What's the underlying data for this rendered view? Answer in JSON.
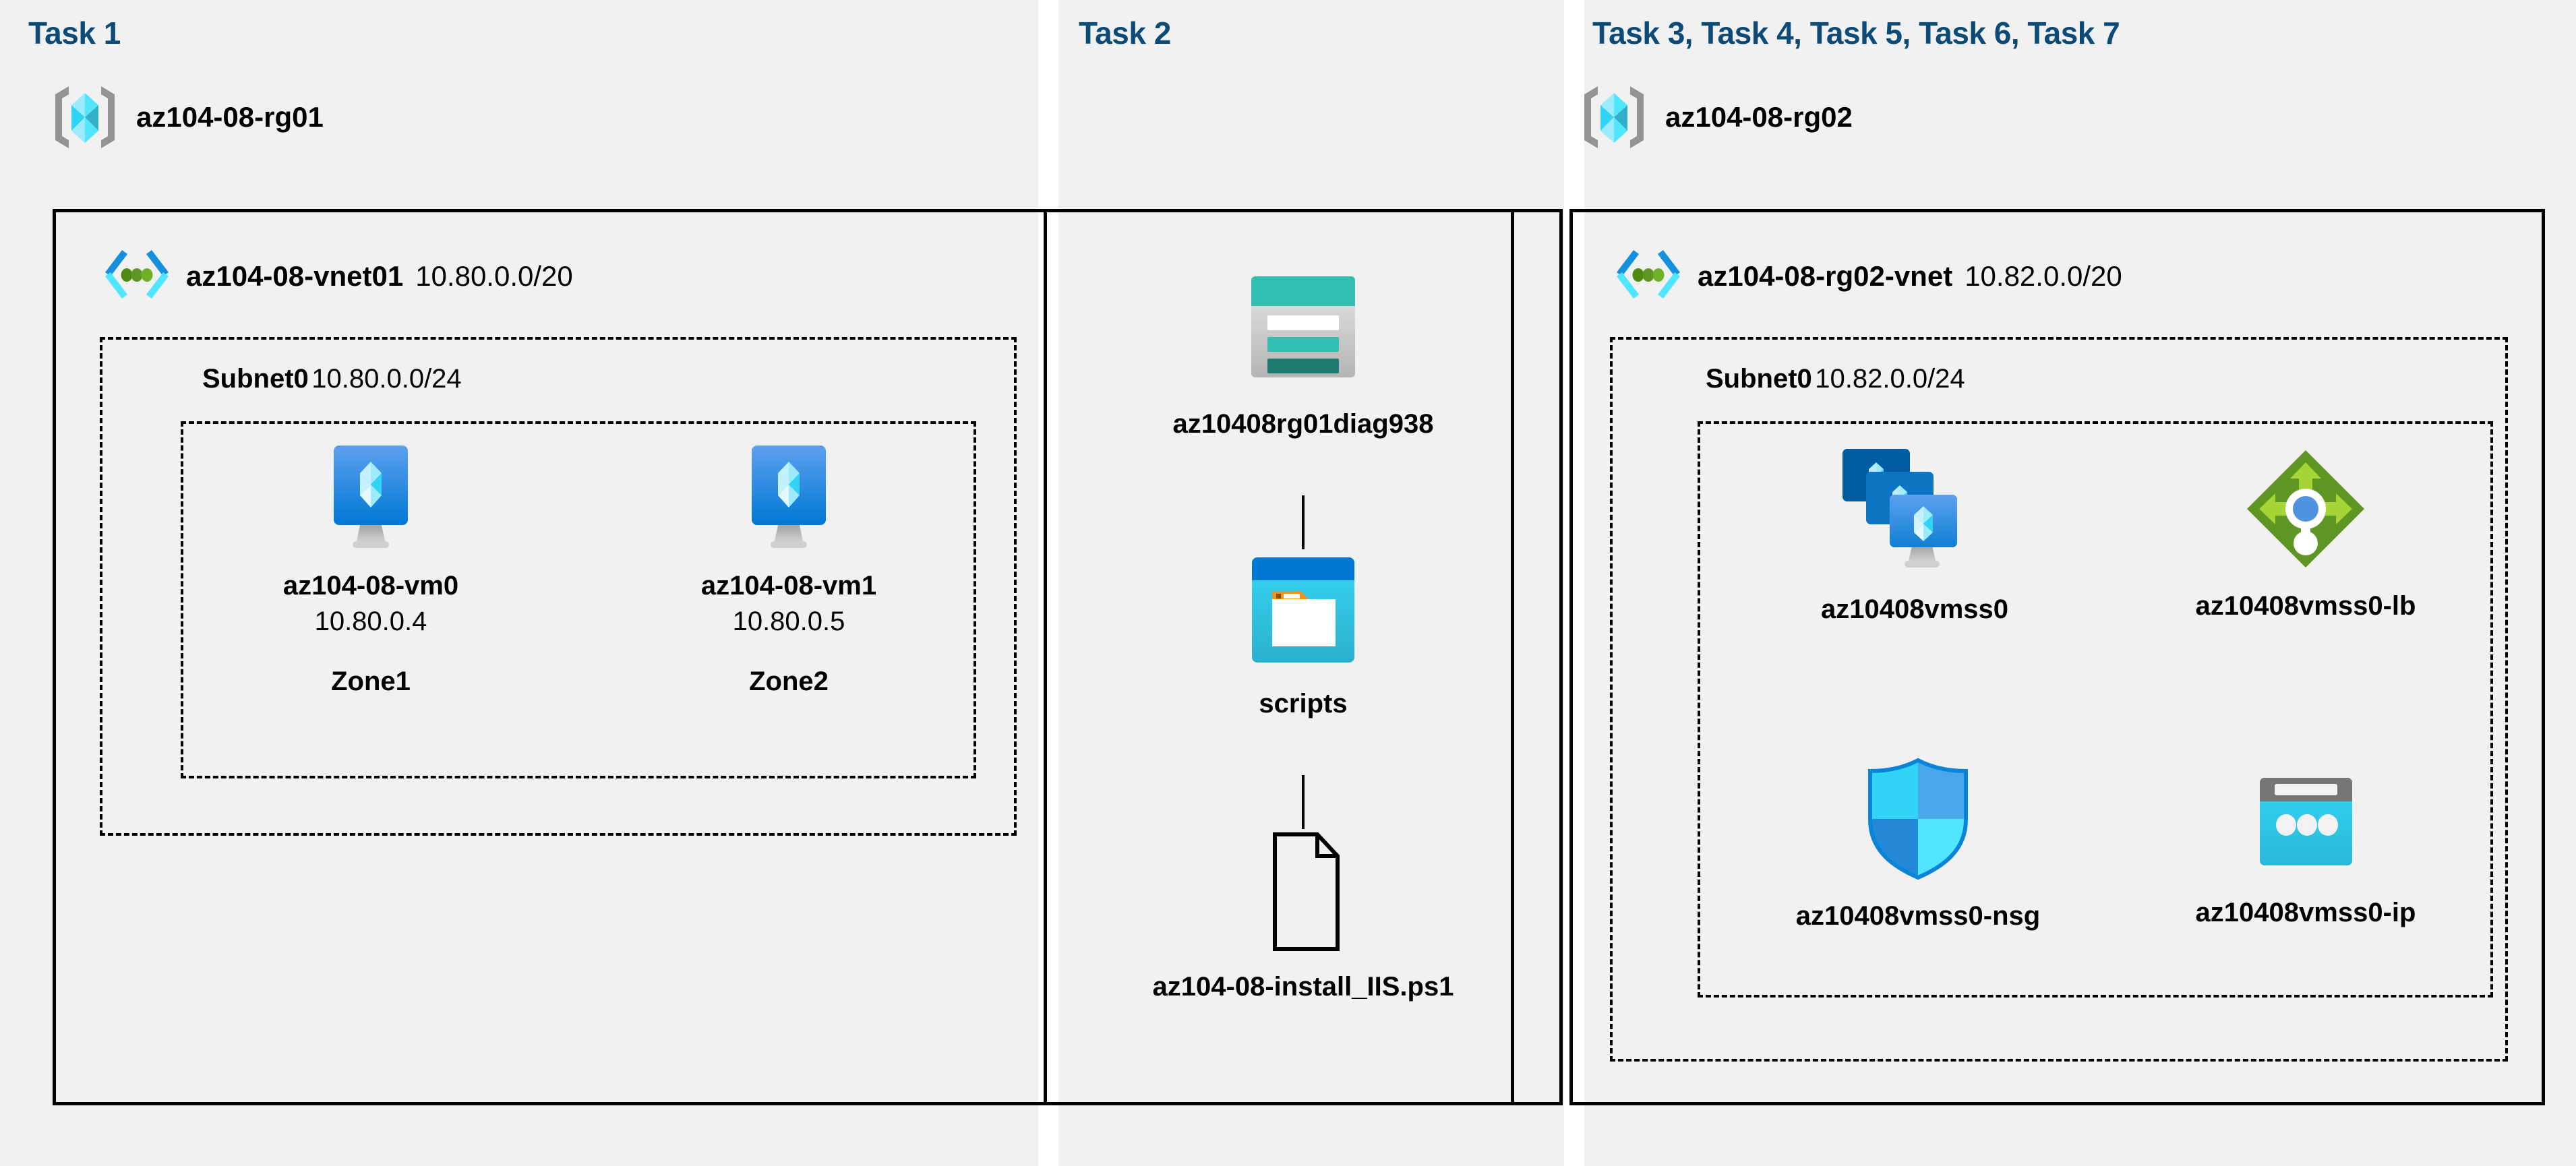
{
  "panels": [
    {
      "id": "task1",
      "heading": "Task 1"
    },
    {
      "id": "task2",
      "heading": "Task 2"
    },
    {
      "id": "task3",
      "heading": "Task 3, Task 4, Task 5, Task 6, Task 7"
    }
  ],
  "colors": {
    "heading": "#0c4a77",
    "panel_background": "#f1f1f1",
    "page_background": "#ffffff",
    "border": "#000000",
    "azure_cube_cyan": "#32d4f5",
    "azure_blue": "#0078d4",
    "vnet_blue": "#1490df",
    "vnet_cyan": "#50e6ff",
    "vnet_green": "#5e9624",
    "storage_teal": "#32bfb1",
    "storage_dark_teal": "#1e7a6e",
    "lb_green": "#5e9624",
    "lb_light_green": "#a4d435",
    "pip_grey": "#767676",
    "pip_cyan": "#32d4f5",
    "nsg_blue": "#0078d4",
    "rg_bracket_grey": "#949494"
  },
  "task1": {
    "resource_group": {
      "name": "az104-08-rg01",
      "icon": "resource-group-icon"
    },
    "vnet": {
      "name": "az104-08-vnet01",
      "cidr": "10.80.0.0/20",
      "icon": "virtual-network-icon"
    },
    "subnet": {
      "name": "Subnet0",
      "cidr": "10.80.0.0/24"
    },
    "vms": [
      {
        "name": "az104-08-vm0",
        "ip": "10.80.0.4",
        "zone": "Zone1",
        "icon": "virtual-machine-icon"
      },
      {
        "name": "az104-08-vm1",
        "ip": "10.80.0.5",
        "zone": "Zone2",
        "icon": "virtual-machine-icon"
      }
    ]
  },
  "task2": {
    "storage_account": {
      "name": "az10408rg01diag938",
      "icon": "storage-account-icon"
    },
    "container": {
      "name": "scripts",
      "icon": "blob-container-icon"
    },
    "file": {
      "name": "az104-08-install_IIS.ps1",
      "icon": "file-document-icon"
    }
  },
  "task3": {
    "resource_group": {
      "name": "az104-08-rg02",
      "icon": "resource-group-icon"
    },
    "vnet": {
      "name": "az104-08-rg02-vnet",
      "cidr": "10.82.0.0/20",
      "icon": "virtual-network-icon"
    },
    "subnet": {
      "name": "Subnet0",
      "cidr": "10.82.0.0/24"
    },
    "resources": [
      {
        "name": "az10408vmss0",
        "icon": "vm-scale-set-icon"
      },
      {
        "name": "az10408vmss0-lb",
        "icon": "load-balancer-icon"
      },
      {
        "name": "az10408vmss0-nsg",
        "icon": "network-security-group-icon"
      },
      {
        "name": "az10408vmss0-ip",
        "icon": "public-ip-address-icon"
      }
    ]
  }
}
